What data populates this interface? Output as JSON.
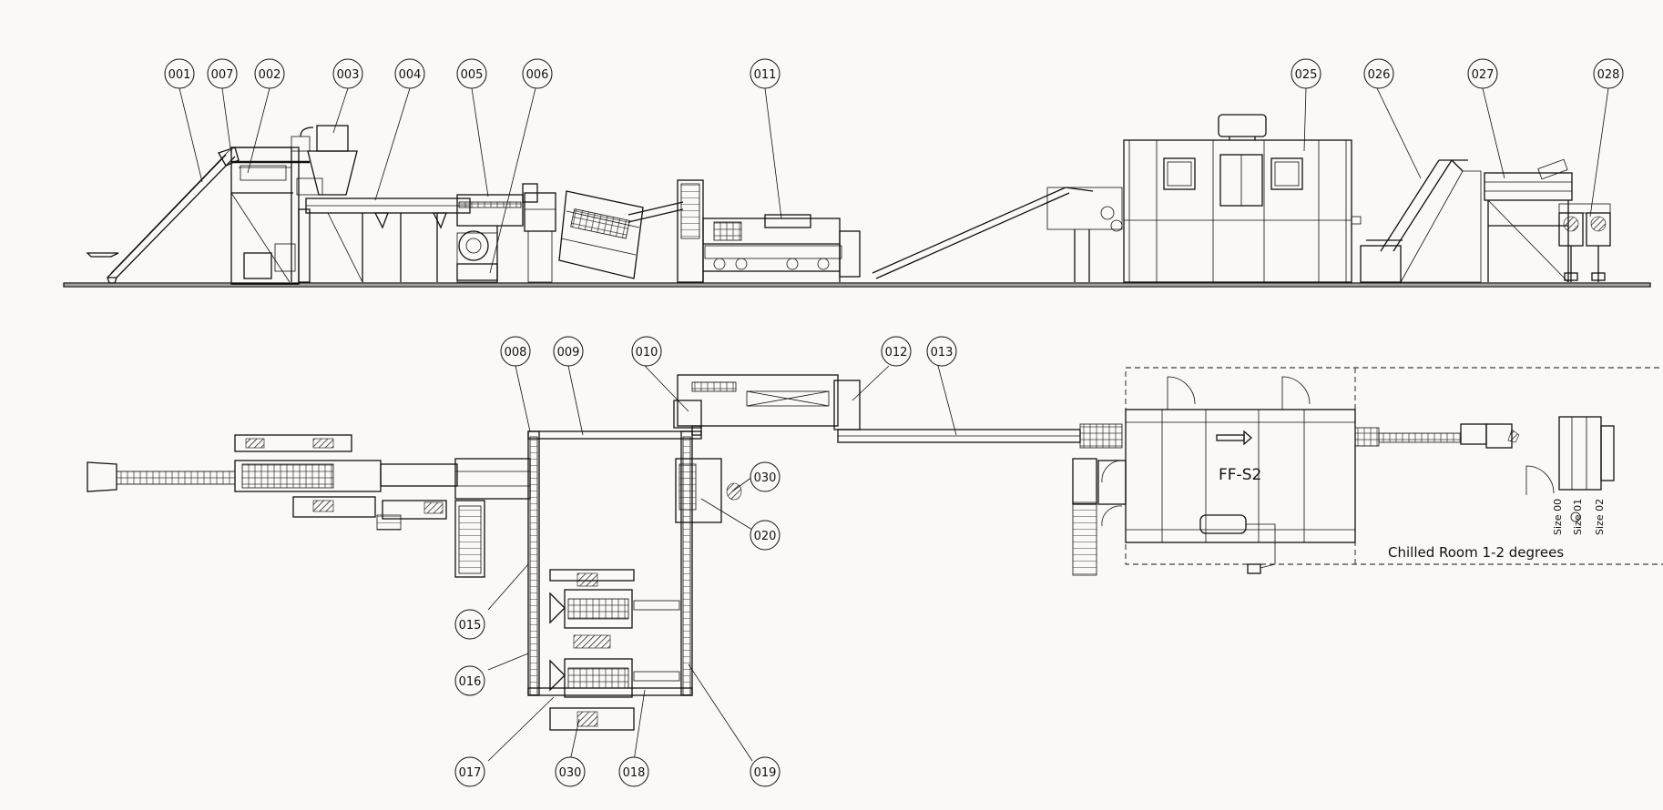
{
  "callouts_elevation": [
    "001",
    "007",
    "002",
    "003",
    "004",
    "005",
    "006",
    "011",
    "025",
    "026",
    "027",
    "028"
  ],
  "callouts_plan": [
    "008",
    "009",
    "010",
    "012",
    "013",
    "030",
    "020",
    "015",
    "016",
    "017",
    "030",
    "018",
    "019"
  ],
  "labels": {
    "freezer": "FF-S2",
    "chilled_room": "Chilled Room 1-2 degrees",
    "size_00": "Size 00",
    "size_01": "Size 01",
    "size_02": "Size 02"
  }
}
